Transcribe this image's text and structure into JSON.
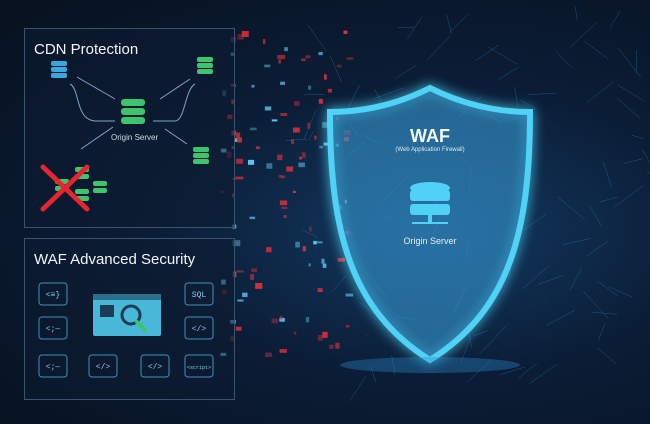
{
  "cdn_panel": {
    "title": "CDN Protection",
    "origin_label": "Origin Server"
  },
  "waf_panel": {
    "title": "WAF Advanced Security",
    "icons": [
      "code-brackets",
      "comment",
      "SQL",
      "</>",
      "comment",
      "</>",
      "</>",
      "script"
    ],
    "sql_label": "SQL"
  },
  "shield": {
    "title": "WAF",
    "subtitle": "(Web Application Firewall)",
    "origin_label": "Origin Server"
  },
  "colors": {
    "background": "#0a1628",
    "shield": "#4fd2f5",
    "server_green": "#3ec46d",
    "server_blue": "#3aa8e0",
    "attack_red": "#e0303a",
    "cross_red": "#e5252f"
  }
}
